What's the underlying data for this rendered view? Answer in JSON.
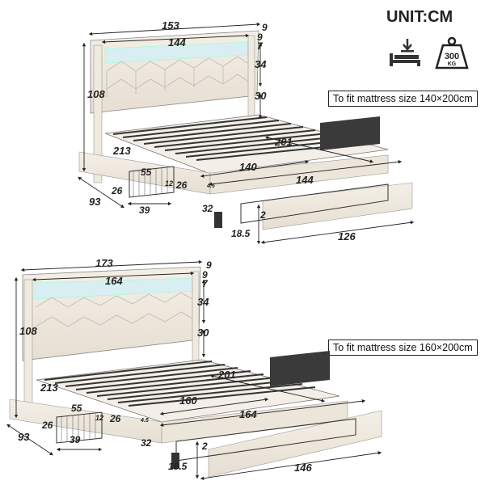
{
  "unit_title": "UNIT:CM",
  "weight_icon": {
    "value": "300",
    "unit": "KG"
  },
  "top_bed": {
    "fit_label": "To fit mattress size 140×200cm",
    "dims": {
      "overall_width": "153",
      "headboard_width": "144",
      "d9a": "9",
      "d9b": "9",
      "d7": "7",
      "d34": "34",
      "height": "108",
      "d30": "30",
      "length": "201",
      "side": "213",
      "inner_width": "140",
      "front_width": "144",
      "drawer_w": "55",
      "drawer_h": "12",
      "d26a": "26",
      "d26b": "26",
      "depth": "93",
      "drawer_d": "39",
      "leg": "32",
      "d4": "4.5",
      "basket_h": "2",
      "basket_d": "18.5",
      "drawer_len": "126"
    }
  },
  "bottom_bed": {
    "fit_label": "To fit mattress size 160×200cm",
    "dims": {
      "overall_width": "173",
      "headboard_width": "164",
      "d9a": "9",
      "d9b": "9",
      "d7": "7",
      "d34": "34",
      "height": "108",
      "d30": "30",
      "length": "201",
      "side": "213",
      "inner_width": "160",
      "front_width": "164",
      "drawer_w": "55",
      "drawer_h": "12",
      "d26a": "26",
      "d26b": "26",
      "depth": "93",
      "drawer_d": "39",
      "leg": "32",
      "d4": "4.5",
      "basket_h": "2",
      "basket_d": "18.5",
      "drawer_len": "146"
    }
  }
}
